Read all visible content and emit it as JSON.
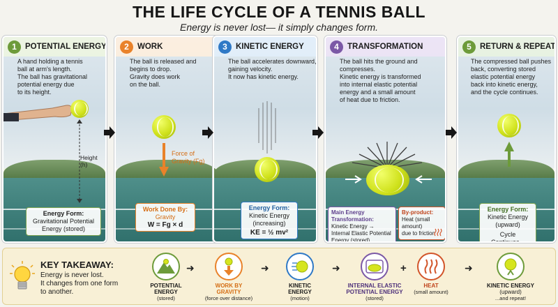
{
  "title": "THE LIFE CYCLE OF A TENNIS BALL",
  "subtitle": "Energy is never lost— it simply changes form.",
  "colors": {
    "green": "#6d9b3a",
    "orange": "#e9822a",
    "blue": "#2f79c6",
    "purple": "#7b58a6",
    "court": "#3f7f7a",
    "ball": "#d6e51f"
  },
  "panels": [
    {
      "num": "1",
      "title": "POTENTIAL ENERGY",
      "desc": [
        "A hand holding a tennis",
        "ball at arm's length.",
        "The ball has gravitational",
        "potential energy due",
        "to its height."
      ],
      "height_label": "Height (h)",
      "box": {
        "label": "Energy Form:",
        "lines": [
          "Gravitational Potential",
          "Energy (stored)"
        ]
      }
    },
    {
      "num": "2",
      "title": "WORK",
      "desc": [
        "The ball is released and",
        "begins to drop.",
        "Gravity does work",
        "on the ball."
      ],
      "force_label": [
        "Force of",
        "Gravity (Fg)"
      ],
      "box": {
        "label": "Work Done By:",
        "lines": [
          "Gravity"
        ],
        "formula": "W = Fg × d"
      }
    },
    {
      "num": "3",
      "title": "KINETIC ENERGY",
      "desc": [
        "The ball accelerates downward,",
        "gaining velocity.",
        "It now has kinetic energy."
      ],
      "box": {
        "label": "Energy Form:",
        "lines": [
          "Kinetic Energy",
          "(increasing)"
        ],
        "formula": "KE = ½ mv²"
      }
    },
    {
      "num": "4",
      "title": "TRANSFORMATION",
      "desc": [
        "The ball hits the ground and",
        "compresses.",
        "Kinetic energy is transformed",
        "into internal elastic potential",
        "energy and a small amount",
        "of heat due to friction."
      ],
      "box": {
        "label": "Main Energy Transformation:",
        "lines": [
          "Kinetic Energy →",
          "Internal Elastic Potential",
          "Energy (stored)"
        ]
      },
      "box2": {
        "label": "By-product:",
        "lines": [
          "Heat (small amount)",
          "due to friction"
        ]
      }
    },
    {
      "num": "5",
      "title": "RETURN & REPEAT",
      "desc": [
        "The compressed ball pushes",
        "back, converting stored",
        "elastic potential energy",
        "back into kinetic energy,",
        "and the cycle continues."
      ],
      "box": {
        "label": "Energy Form:",
        "lines": [
          "Kinetic Energy",
          "(upward)"
        ],
        "extra": "Cycle Continues..."
      }
    }
  ],
  "takeaway": {
    "title": "KEY TAKEAWAY:",
    "lines": [
      "Energy is never lost.",
      "It changes from one form",
      "to another."
    ],
    "steps": [
      {
        "name": [
          "POTENTIAL",
          "ENERGY"
        ],
        "sub": "(stored)",
        "icon": "mountain-icon"
      },
      {
        "name": [
          "WORK BY",
          "GRAVITY"
        ],
        "sub": "(force over distance)",
        "icon": "gravity-arrow-icon"
      },
      {
        "name": [
          "KINETIC",
          "ENERGY"
        ],
        "sub": "(motion)",
        "icon": "ball-motion-icon"
      },
      {
        "name": [
          "INTERNAL ELASTIC",
          "POTENTIAL ENERGY"
        ],
        "sub": "(stored)",
        "icon": "compressed-ball-icon"
      },
      {
        "name": [
          "HEAT"
        ],
        "sub": "(small amount)",
        "icon": "heat-icon"
      },
      {
        "name": [
          "KINETIC ENERGY",
          "(upward)"
        ],
        "sub": "...and repeat!",
        "icon": "ball-up-icon"
      }
    ],
    "arrow_symbol": "➜",
    "plus_symbol": "+"
  }
}
